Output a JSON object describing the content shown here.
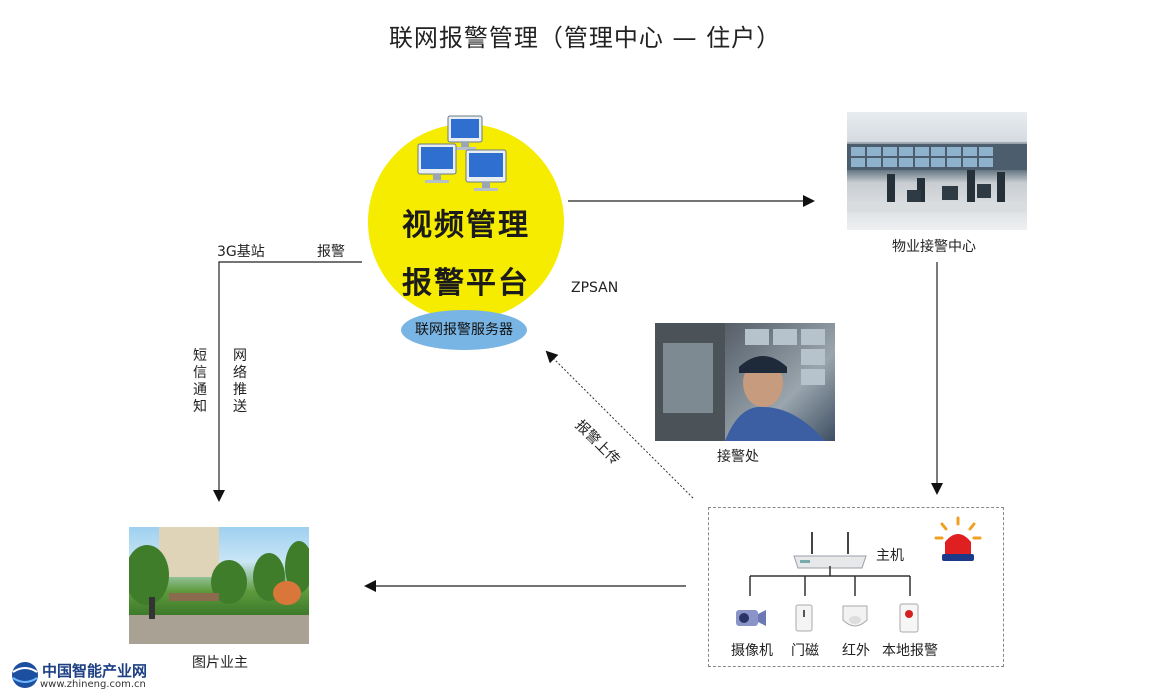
{
  "title": "联网报警管理（管理中心 — 住户）",
  "platform": {
    "line1": "视频管理",
    "line2": "报警平台",
    "server": "联网报警服务器"
  },
  "property_center": {
    "label": "物业接警中心"
  },
  "reception": {
    "label": "接警处"
  },
  "owner": {
    "label": "图片业主"
  },
  "edges": {
    "base_station": "3G基站",
    "alarm": "报警",
    "zpsan": "ZPSAN",
    "sms": "短信通知",
    "network_push": "网络推送",
    "alarm_upload": "报警上传"
  },
  "alarm_system": {
    "host": "主机",
    "devices": [
      "摄像机",
      "门磁",
      "红外",
      "本地报警"
    ]
  },
  "watermark": {
    "name": "中国智能产业网",
    "url": "www.zhineng.com.cn"
  },
  "colors": {
    "platform": "#f5ec00",
    "server": "#78b4e4",
    "alarm_light": "#e02020"
  }
}
